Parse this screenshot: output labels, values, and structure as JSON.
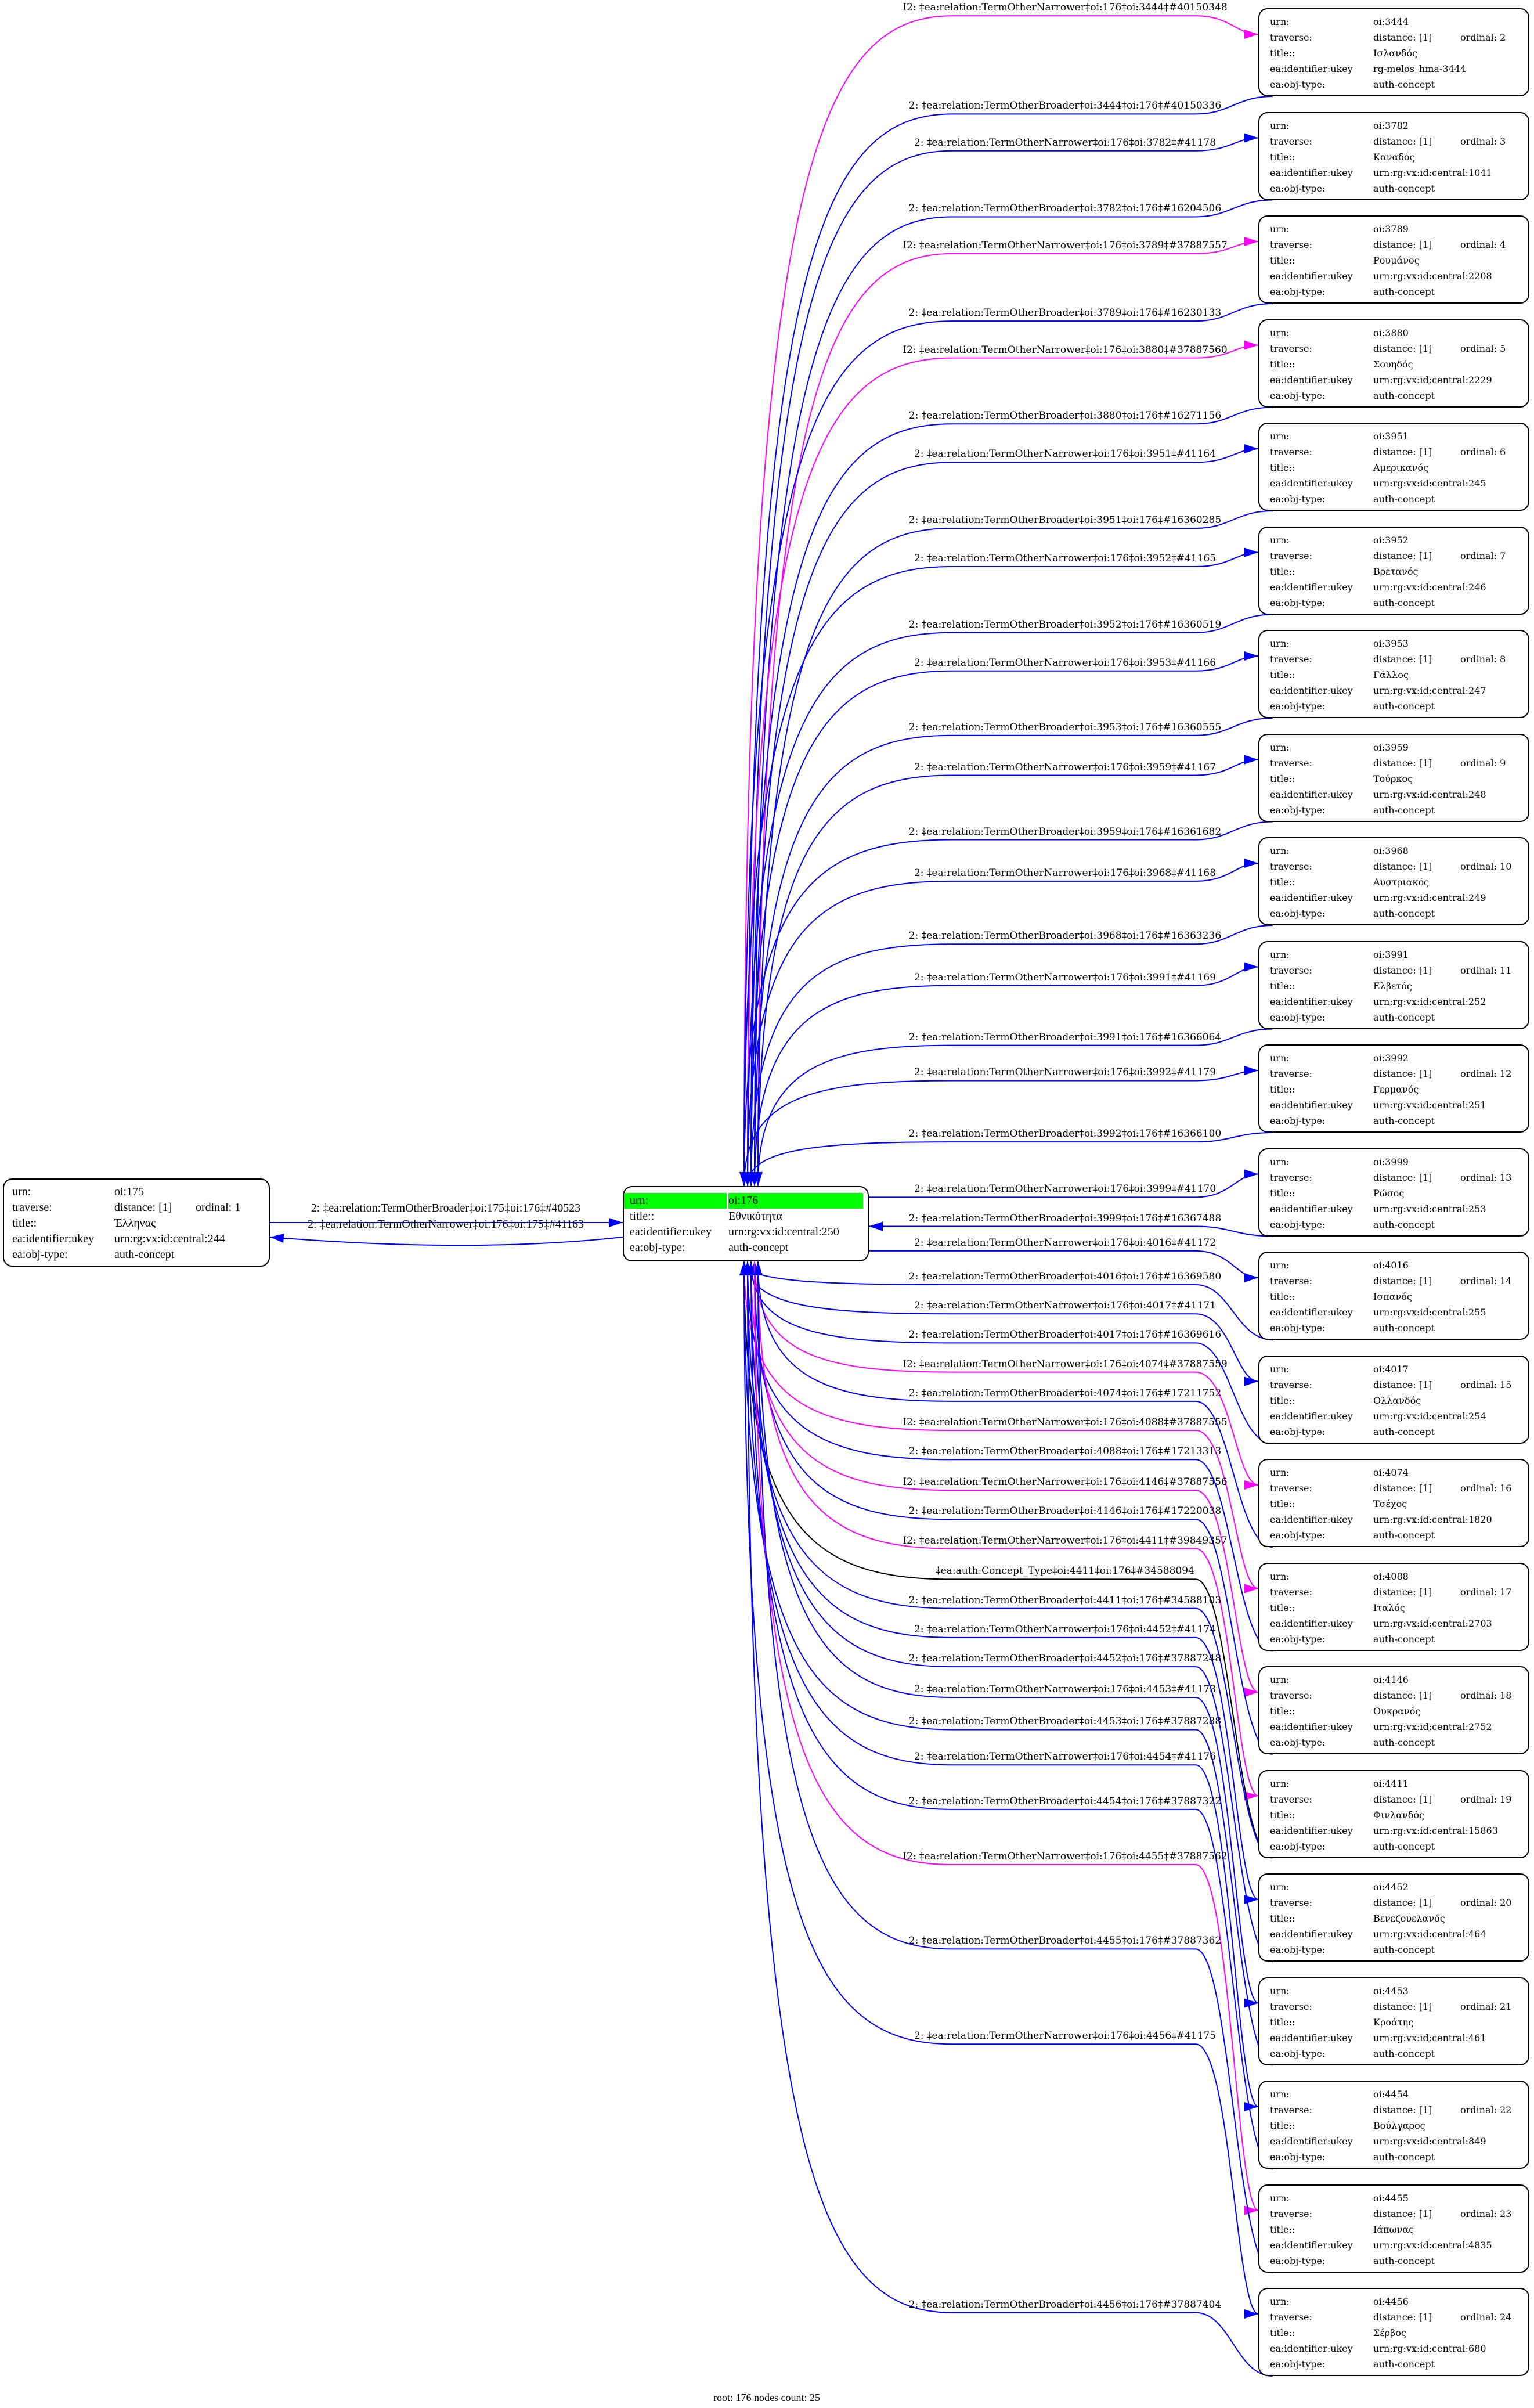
{
  "colors": {
    "direct": "#0000ff",
    "inferred": "#ff00ff",
    "other": "#000000",
    "root_highlight": "#00ff00"
  },
  "field_labels": {
    "urn": "urn:",
    "traverse": "traverse:",
    "title": "title::",
    "ukey": "ea:identifier:ukey",
    "objtype": "ea:obj-type:"
  },
  "root": {
    "urn": "oi:176",
    "title": "Εθνικότητα",
    "ukey": "urn:rg:vx:id:central:250",
    "objtype": "auth-concept"
  },
  "parent": {
    "urn": "oi:175",
    "distance": "distance: [1]",
    "ordinal": "ordinal: 1",
    "title": "Έλληνας",
    "ukey": "urn:rg:vx:id:central:244",
    "objtype": "auth-concept"
  },
  "neighbors": [
    {
      "urn": "oi:3444",
      "distance": "distance: [1]",
      "ordinal": "ordinal: 2",
      "title": "Ισλανδός",
      "ukey": "rg-melos_hma-3444",
      "objtype": "auth-concept"
    },
    {
      "urn": "oi:3782",
      "distance": "distance: [1]",
      "ordinal": "ordinal: 3",
      "title": "Καναδός",
      "ukey": "urn:rg:vx:id:central:1041",
      "objtype": "auth-concept"
    },
    {
      "urn": "oi:3789",
      "distance": "distance: [1]",
      "ordinal": "ordinal: 4",
      "title": "Ρουμάνος",
      "ukey": "urn:rg:vx:id:central:2208",
      "objtype": "auth-concept"
    },
    {
      "urn": "oi:3880",
      "distance": "distance: [1]",
      "ordinal": "ordinal: 5",
      "title": "Σουηδός",
      "ukey": "urn:rg:vx:id:central:2229",
      "objtype": "auth-concept"
    },
    {
      "urn": "oi:3951",
      "distance": "distance: [1]",
      "ordinal": "ordinal: 6",
      "title": "Αμερικανός",
      "ukey": "urn:rg:vx:id:central:245",
      "objtype": "auth-concept"
    },
    {
      "urn": "oi:3952",
      "distance": "distance: [1]",
      "ordinal": "ordinal: 7",
      "title": "Βρετανός",
      "ukey": "urn:rg:vx:id:central:246",
      "objtype": "auth-concept"
    },
    {
      "urn": "oi:3953",
      "distance": "distance: [1]",
      "ordinal": "ordinal: 8",
      "title": "Γάλλος",
      "ukey": "urn:rg:vx:id:central:247",
      "objtype": "auth-concept"
    },
    {
      "urn": "oi:3959",
      "distance": "distance: [1]",
      "ordinal": "ordinal: 9",
      "title": "Τούρκος",
      "ukey": "urn:rg:vx:id:central:248",
      "objtype": "auth-concept"
    },
    {
      "urn": "oi:3968",
      "distance": "distance: [1]",
      "ordinal": "ordinal: 10",
      "title": "Αυστριακός",
      "ukey": "urn:rg:vx:id:central:249",
      "objtype": "auth-concept"
    },
    {
      "urn": "oi:3991",
      "distance": "distance: [1]",
      "ordinal": "ordinal: 11",
      "title": "Ελβετός",
      "ukey": "urn:rg:vx:id:central:252",
      "objtype": "auth-concept"
    },
    {
      "urn": "oi:3992",
      "distance": "distance: [1]",
      "ordinal": "ordinal: 12",
      "title": "Γερμανός",
      "ukey": "urn:rg:vx:id:central:251",
      "objtype": "auth-concept"
    },
    {
      "urn": "oi:3999",
      "distance": "distance: [1]",
      "ordinal": "ordinal: 13",
      "title": "Ρώσος",
      "ukey": "urn:rg:vx:id:central:253",
      "objtype": "auth-concept"
    },
    {
      "urn": "oi:4016",
      "distance": "distance: [1]",
      "ordinal": "ordinal: 14",
      "title": "Ισπανός",
      "ukey": "urn:rg:vx:id:central:255",
      "objtype": "auth-concept"
    },
    {
      "urn": "oi:4017",
      "distance": "distance: [1]",
      "ordinal": "ordinal: 15",
      "title": "Ολλανδός",
      "ukey": "urn:rg:vx:id:central:254",
      "objtype": "auth-concept"
    },
    {
      "urn": "oi:4074",
      "distance": "distance: [1]",
      "ordinal": "ordinal: 16",
      "title": "Τσέχος",
      "ukey": "urn:rg:vx:id:central:1820",
      "objtype": "auth-concept"
    },
    {
      "urn": "oi:4088",
      "distance": "distance: [1]",
      "ordinal": "ordinal: 17",
      "title": "Ιταλός",
      "ukey": "urn:rg:vx:id:central:2703",
      "objtype": "auth-concept"
    },
    {
      "urn": "oi:4146",
      "distance": "distance: [1]",
      "ordinal": "ordinal: 18",
      "title": "Ουκρανός",
      "ukey": "urn:rg:vx:id:central:2752",
      "objtype": "auth-concept"
    },
    {
      "urn": "oi:4411",
      "distance": "distance: [1]",
      "ordinal": "ordinal: 19",
      "title": "Φινλανδός",
      "ukey": "urn:rg:vx:id:central:15863",
      "objtype": "auth-concept"
    },
    {
      "urn": "oi:4452",
      "distance": "distance: [1]",
      "ordinal": "ordinal: 20",
      "title": "Βενεζουελανός",
      "ukey": "urn:rg:vx:id:central:464",
      "objtype": "auth-concept"
    },
    {
      "urn": "oi:4453",
      "distance": "distance: [1]",
      "ordinal": "ordinal: 21",
      "title": "Κροάτης",
      "ukey": "urn:rg:vx:id:central:461",
      "objtype": "auth-concept"
    },
    {
      "urn": "oi:4454",
      "distance": "distance: [1]",
      "ordinal": "ordinal: 22",
      "title": "Βούλγαρος",
      "ukey": "urn:rg:vx:id:central:849",
      "objtype": "auth-concept"
    },
    {
      "urn": "oi:4455",
      "distance": "distance: [1]",
      "ordinal": "ordinal: 23",
      "title": "Ιάπωνας",
      "ukey": "urn:rg:vx:id:central:4835",
      "objtype": "auth-concept"
    },
    {
      "urn": "oi:4456",
      "distance": "distance: [1]",
      "ordinal": "ordinal: 24",
      "title": "Σέρβος",
      "ukey": "urn:rg:vx:id:central:680",
      "objtype": "auth-concept"
    }
  ],
  "parent_edges": [
    {
      "label": "2: ‡ea:relation:TermOtherBroader‡oi:175‡oi:176‡#40523",
      "dir": "in",
      "kind": "direct"
    },
    {
      "label": "2: ‡ea:relation:TermOtherNarrower‡oi:176‡oi:175‡#41163",
      "dir": "out",
      "kind": "direct"
    }
  ],
  "edges": [
    {
      "label": "I2: ‡ea:relation:TermOtherNarrower‡oi:176‡oi:3444‡#40150348",
      "node": "oi:3444",
      "dir": "out",
      "kind": "inferred"
    },
    {
      "label": "2: ‡ea:relation:TermOtherBroader‡oi:3444‡oi:176‡#40150336",
      "node": "oi:3444",
      "dir": "in",
      "kind": "direct"
    },
    {
      "label": "2: ‡ea:relation:TermOtherNarrower‡oi:176‡oi:3782‡#41178",
      "node": "oi:3782",
      "dir": "out",
      "kind": "direct"
    },
    {
      "label": "2: ‡ea:relation:TermOtherBroader‡oi:3782‡oi:176‡#16204506",
      "node": "oi:3782",
      "dir": "in",
      "kind": "direct"
    },
    {
      "label": "I2: ‡ea:relation:TermOtherNarrower‡oi:176‡oi:3789‡#37887557",
      "node": "oi:3789",
      "dir": "out",
      "kind": "inferred"
    },
    {
      "label": "2: ‡ea:relation:TermOtherBroader‡oi:3789‡oi:176‡#16230133",
      "node": "oi:3789",
      "dir": "in",
      "kind": "direct"
    },
    {
      "label": "I2: ‡ea:relation:TermOtherNarrower‡oi:176‡oi:3880‡#37887560",
      "node": "oi:3880",
      "dir": "out",
      "kind": "inferred"
    },
    {
      "label": "2: ‡ea:relation:TermOtherBroader‡oi:3880‡oi:176‡#16271156",
      "node": "oi:3880",
      "dir": "in",
      "kind": "direct"
    },
    {
      "label": "2: ‡ea:relation:TermOtherNarrower‡oi:176‡oi:3951‡#41164",
      "node": "oi:3951",
      "dir": "out",
      "kind": "direct"
    },
    {
      "label": "2: ‡ea:relation:TermOtherBroader‡oi:3951‡oi:176‡#16360285",
      "node": "oi:3951",
      "dir": "in",
      "kind": "direct"
    },
    {
      "label": "2: ‡ea:relation:TermOtherNarrower‡oi:176‡oi:3952‡#41165",
      "node": "oi:3952",
      "dir": "out",
      "kind": "direct"
    },
    {
      "label": "2: ‡ea:relation:TermOtherBroader‡oi:3952‡oi:176‡#16360519",
      "node": "oi:3952",
      "dir": "in",
      "kind": "direct"
    },
    {
      "label": "2: ‡ea:relation:TermOtherNarrower‡oi:176‡oi:3953‡#41166",
      "node": "oi:3953",
      "dir": "out",
      "kind": "direct"
    },
    {
      "label": "2: ‡ea:relation:TermOtherBroader‡oi:3953‡oi:176‡#16360555",
      "node": "oi:3953",
      "dir": "in",
      "kind": "direct"
    },
    {
      "label": "2: ‡ea:relation:TermOtherNarrower‡oi:176‡oi:3959‡#41167",
      "node": "oi:3959",
      "dir": "out",
      "kind": "direct"
    },
    {
      "label": "2: ‡ea:relation:TermOtherBroader‡oi:3959‡oi:176‡#16361682",
      "node": "oi:3959",
      "dir": "in",
      "kind": "direct"
    },
    {
      "label": "2: ‡ea:relation:TermOtherNarrower‡oi:176‡oi:3968‡#41168",
      "node": "oi:3968",
      "dir": "out",
      "kind": "direct"
    },
    {
      "label": "2: ‡ea:relation:TermOtherBroader‡oi:3968‡oi:176‡#16363236",
      "node": "oi:3968",
      "dir": "in",
      "kind": "direct"
    },
    {
      "label": "2: ‡ea:relation:TermOtherNarrower‡oi:176‡oi:3991‡#41169",
      "node": "oi:3991",
      "dir": "out",
      "kind": "direct"
    },
    {
      "label": "2: ‡ea:relation:TermOtherBroader‡oi:3991‡oi:176‡#16366064",
      "node": "oi:3991",
      "dir": "in",
      "kind": "direct"
    },
    {
      "label": "2: ‡ea:relation:TermOtherNarrower‡oi:176‡oi:3992‡#41179",
      "node": "oi:3992",
      "dir": "out",
      "kind": "direct"
    },
    {
      "label": "2: ‡ea:relation:TermOtherBroader‡oi:3992‡oi:176‡#16366100",
      "node": "oi:3992",
      "dir": "in",
      "kind": "direct"
    },
    {
      "label": "2: ‡ea:relation:TermOtherNarrower‡oi:176‡oi:3999‡#41170",
      "node": "oi:3999",
      "dir": "out",
      "kind": "direct"
    },
    {
      "label": "2: ‡ea:relation:TermOtherBroader‡oi:3999‡oi:176‡#16367488",
      "node": "oi:3999",
      "dir": "in",
      "kind": "direct"
    },
    {
      "label": "2: ‡ea:relation:TermOtherNarrower‡oi:176‡oi:4016‡#41172",
      "node": "oi:4016",
      "dir": "out",
      "kind": "direct"
    },
    {
      "label": "2: ‡ea:relation:TermOtherBroader‡oi:4016‡oi:176‡#16369580",
      "node": "oi:4016",
      "dir": "in",
      "kind": "direct"
    },
    {
      "label": "2: ‡ea:relation:TermOtherNarrower‡oi:176‡oi:4017‡#41171",
      "node": "oi:4017",
      "dir": "out",
      "kind": "direct"
    },
    {
      "label": "2: ‡ea:relation:TermOtherBroader‡oi:4017‡oi:176‡#16369616",
      "node": "oi:4017",
      "dir": "in",
      "kind": "direct"
    },
    {
      "label": "I2: ‡ea:relation:TermOtherNarrower‡oi:176‡oi:4074‡#37887559",
      "node": "oi:4074",
      "dir": "out",
      "kind": "inferred"
    },
    {
      "label": "2: ‡ea:relation:TermOtherBroader‡oi:4074‡oi:176‡#17211752",
      "node": "oi:4074",
      "dir": "in",
      "kind": "direct"
    },
    {
      "label": "I2: ‡ea:relation:TermOtherNarrower‡oi:176‡oi:4088‡#37887555",
      "node": "oi:4088",
      "dir": "out",
      "kind": "inferred"
    },
    {
      "label": "2: ‡ea:relation:TermOtherBroader‡oi:4088‡oi:176‡#17213313",
      "node": "oi:4088",
      "dir": "in",
      "kind": "direct"
    },
    {
      "label": "I2: ‡ea:relation:TermOtherNarrower‡oi:176‡oi:4146‡#37887556",
      "node": "oi:4146",
      "dir": "out",
      "kind": "inferred"
    },
    {
      "label": "2: ‡ea:relation:TermOtherBroader‡oi:4146‡oi:176‡#17220038",
      "node": "oi:4146",
      "dir": "in",
      "kind": "direct"
    },
    {
      "label": "I2: ‡ea:relation:TermOtherNarrower‡oi:176‡oi:4411‡#39849357",
      "node": "oi:4411",
      "dir": "out",
      "kind": "inferred"
    },
    {
      "label": "‡ea:auth:Concept_Type‡oi:4411‡oi:176‡#34588094",
      "node": "oi:4411",
      "dir": "in",
      "kind": "other"
    },
    {
      "label": "2: ‡ea:relation:TermOtherBroader‡oi:4411‡oi:176‡#34588103",
      "node": "oi:4411",
      "dir": "in",
      "kind": "direct"
    },
    {
      "label": "2: ‡ea:relation:TermOtherNarrower‡oi:176‡oi:4452‡#41174",
      "node": "oi:4452",
      "dir": "out",
      "kind": "direct"
    },
    {
      "label": "2: ‡ea:relation:TermOtherBroader‡oi:4452‡oi:176‡#37887248",
      "node": "oi:4452",
      "dir": "in",
      "kind": "direct"
    },
    {
      "label": "2: ‡ea:relation:TermOtherNarrower‡oi:176‡oi:4453‡#41173",
      "node": "oi:4453",
      "dir": "out",
      "kind": "direct"
    },
    {
      "label": "2: ‡ea:relation:TermOtherBroader‡oi:4453‡oi:176‡#37887288",
      "node": "oi:4453",
      "dir": "in",
      "kind": "direct"
    },
    {
      "label": "2: ‡ea:relation:TermOtherNarrower‡oi:176‡oi:4454‡#41176",
      "node": "oi:4454",
      "dir": "out",
      "kind": "direct"
    },
    {
      "label": "2: ‡ea:relation:TermOtherBroader‡oi:4454‡oi:176‡#37887322",
      "node": "oi:4454",
      "dir": "in",
      "kind": "direct"
    },
    {
      "label": "I2: ‡ea:relation:TermOtherNarrower‡oi:176‡oi:4455‡#37887562",
      "node": "oi:4455",
      "dir": "out",
      "kind": "inferred"
    },
    {
      "label": "2: ‡ea:relation:TermOtherBroader‡oi:4455‡oi:176‡#37887362",
      "node": "oi:4455",
      "dir": "in",
      "kind": "direct"
    },
    {
      "label": "2: ‡ea:relation:TermOtherNarrower‡oi:176‡oi:4456‡#41175",
      "node": "oi:4456",
      "dir": "out",
      "kind": "direct"
    },
    {
      "label": "2: ‡ea:relation:TermOtherBroader‡oi:4456‡oi:176‡#37887404",
      "node": "oi:4456",
      "dir": "in",
      "kind": "direct"
    }
  ],
  "footer": "root: 176 nodes count: 25"
}
